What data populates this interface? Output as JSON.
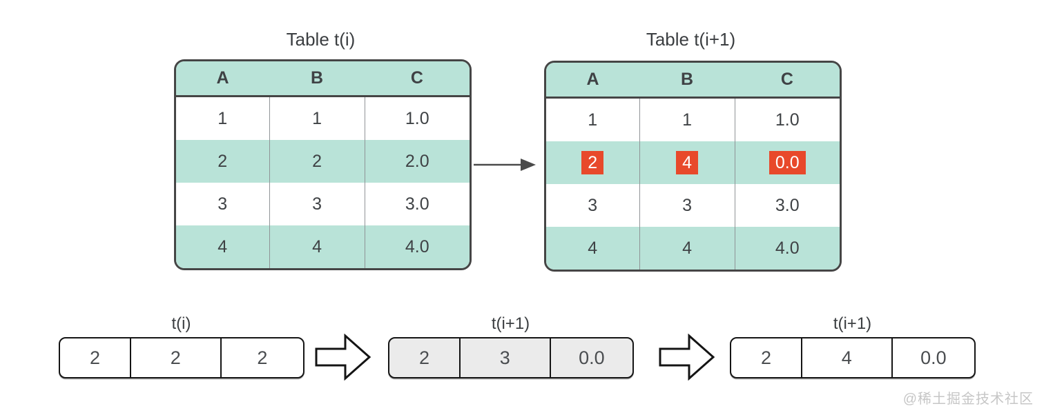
{
  "colors": {
    "teal": "#b9e3d8",
    "border_dark": "#454545",
    "divider_gray": "#8f9396",
    "highlight": "#e8492b",
    "strip_gray": "#ebebeb",
    "watermark_gray": "#c6c6c6"
  },
  "tables": {
    "left": {
      "title": "Table t(i)",
      "headers": [
        "A",
        "B",
        "C"
      ],
      "rows": [
        [
          "1",
          "1",
          "1.0"
        ],
        [
          "2",
          "2",
          "2.0"
        ],
        [
          "3",
          "3",
          "3.0"
        ],
        [
          "4",
          "4",
          "4.0"
        ]
      ]
    },
    "right": {
      "title": "Table t(i+1)",
      "headers": [
        "A",
        "B",
        "C"
      ],
      "rows": [
        [
          "1",
          "1",
          "1.0"
        ],
        [
          "2",
          "4",
          "0.0"
        ],
        [
          "3",
          "3",
          "3.0"
        ],
        [
          "4",
          "4",
          "4.0"
        ]
      ],
      "highlighted_row_index": 1
    }
  },
  "strips": [
    {
      "label": "t(i)",
      "cells": [
        "2",
        "2",
        "2"
      ]
    },
    {
      "label": "t(i+1)",
      "cells": [
        "2",
        "3",
        "0.0"
      ]
    },
    {
      "label": "t(i+1)",
      "cells": [
        "2",
        "4",
        "0.0"
      ]
    }
  ],
  "watermark": "@稀土掘金技术社区"
}
